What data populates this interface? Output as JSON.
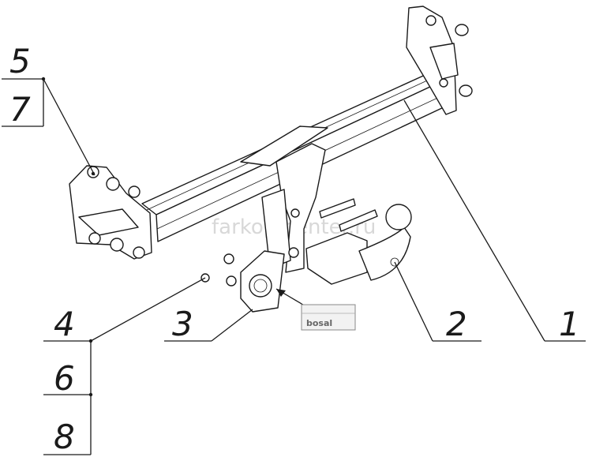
{
  "watermark": "farkop-center.ru",
  "plate_label": "bosal",
  "callouts": {
    "c1": "1",
    "c2": "2",
    "c3": "3",
    "c4": "4",
    "c5": "5",
    "c6": "6",
    "c7": "7",
    "c8": "8"
  }
}
